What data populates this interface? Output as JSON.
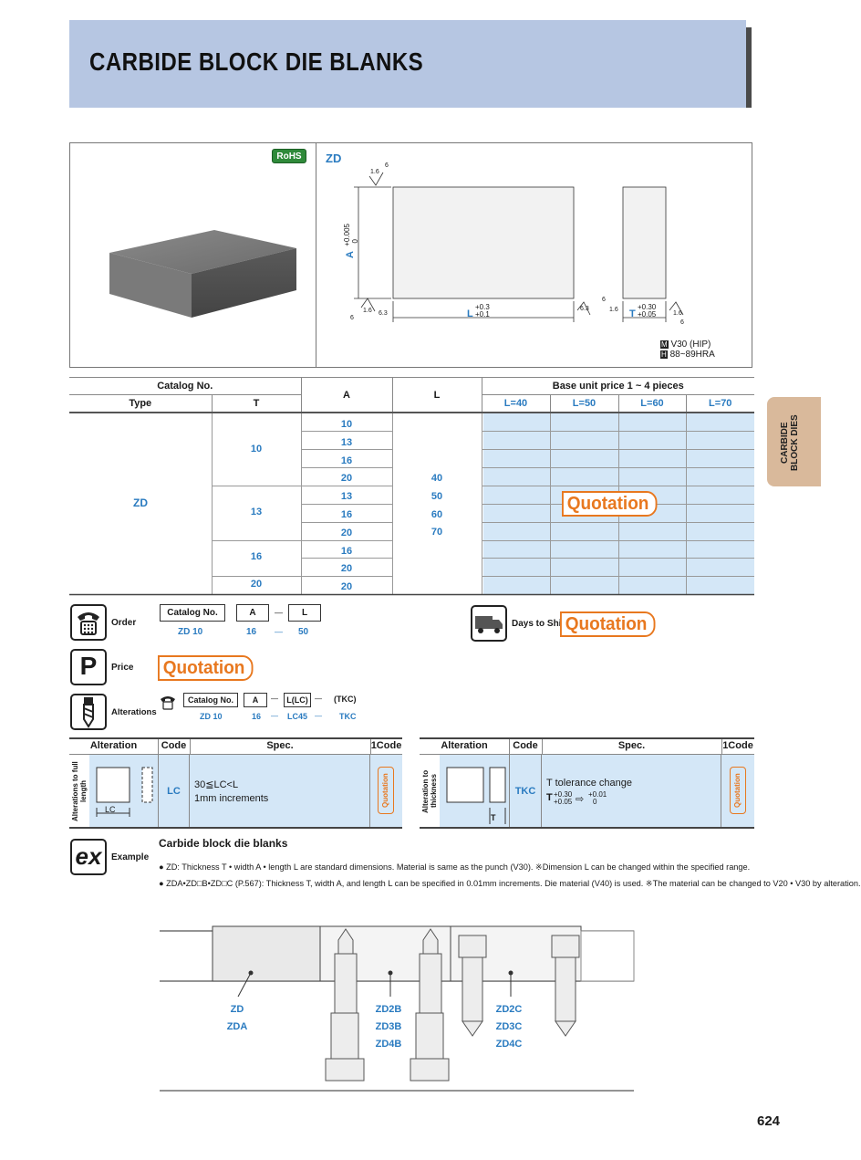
{
  "page": {
    "title": "CARBIDE BLOCK DIE BLANKS",
    "side_tab": "CARBIDE BLOCK DIES",
    "page_number": "624"
  },
  "product": {
    "rohs": "RoHS",
    "type_label": "ZD",
    "drawing": {
      "a_label": "A",
      "a_tol_plus": "+0.005",
      "a_tol_minus": "0",
      "l_label": "L",
      "l_tol_plus": "+0.3",
      "l_tol_minus": "+0.1",
      "t_label": "T",
      "t_tol_plus": "+0.30",
      "t_tol_minus": "+0.05",
      "finish_16": "1.6",
      "finish_6": "6",
      "finish_63": "6.3"
    },
    "material": "V30 (HIP)",
    "hardness": "88~89HRA",
    "material_mark": "M",
    "hardness_mark": "H"
  },
  "spec_table": {
    "catalog_no": "Catalog No.",
    "type": "Type",
    "t": "T",
    "a": "A",
    "l": "L",
    "base_price": "Base unit price  1 ~ 4 pieces",
    "price_cols": [
      "L=40",
      "L=50",
      "L=60",
      "L=70"
    ],
    "type_value": "ZD",
    "t_groups": [
      {
        "t": "10",
        "a_values": [
          "10",
          "13",
          "16",
          "20"
        ]
      },
      {
        "t": "13",
        "a_values": [
          "13",
          "16",
          "20"
        ]
      },
      {
        "t": "16",
        "a_values": [
          "16",
          "20"
        ]
      },
      {
        "t": "20",
        "a_values": [
          "20"
        ]
      }
    ],
    "l_values": [
      "40",
      "50",
      "60",
      "70"
    ],
    "quotation": "Quotation"
  },
  "order": {
    "label": "Order",
    "catalog_no": "Catalog No.",
    "a": "A",
    "dash": "—",
    "l": "L",
    "example_catalog": "ZD 10",
    "example_a": "16",
    "example_l": "50",
    "days_to_ship": "Days to Ship",
    "days_value": "Quotation"
  },
  "price": {
    "label": "Price",
    "mark": "P",
    "value": "Quotation"
  },
  "alterations": {
    "label": "Alterations",
    "catalog_no": "Catalog No.",
    "a": "A",
    "l_lc": "L(LC)",
    "tkc": "(TKC)",
    "ex_catalog": "ZD  10",
    "ex_a": "16",
    "ex_lc": "LC45",
    "ex_tkc": "TKC",
    "headers": [
      "Alteration",
      "Code",
      "Spec.",
      "1Code"
    ],
    "left": {
      "side_label": "Alterations to full length",
      "code": "LC",
      "spec1": "30≦LC<L",
      "spec2": "1mm increments",
      "fig_label": "LC",
      "onecode": "Quotation"
    },
    "right": {
      "side_label": "Alteration to thickness",
      "code": "TKC",
      "spec1": "T tolerance change",
      "tol_a_plus": "+0.30",
      "tol_a_minus": "+0.05",
      "tol_b_plus": "+0.01",
      "tol_b_minus": "0",
      "t_mark": "T",
      "onecode": "Quotation"
    }
  },
  "example": {
    "label": "Example",
    "mark": "ex",
    "heading": "Carbide block die blanks",
    "line1": "ZD: Thickness T • width A • length L are standard dimensions. Material is same as the punch (V30). ※Dimension L can be changed within the specified range.",
    "line2": "ZDA•ZD□B•ZD□C (P.567): Thickness T, width A, and length L can be specified in 0.01mm increments. Die material (V40) is used. ※The material can be changed to V20 • V30 by alteration.",
    "labels_left": [
      "ZD",
      "ZDA"
    ],
    "labels_mid": [
      "ZD2B",
      "ZD3B",
      "ZD4B"
    ],
    "labels_right": [
      "ZD2C",
      "ZD3C",
      "ZD4C"
    ]
  },
  "colors": {
    "header_band": "#b6c6e2",
    "accent_blue": "#2a7bc0",
    "quotation": "#e8781f",
    "cell_blue": "#d4e7f7",
    "tab": "#d9b99b"
  }
}
